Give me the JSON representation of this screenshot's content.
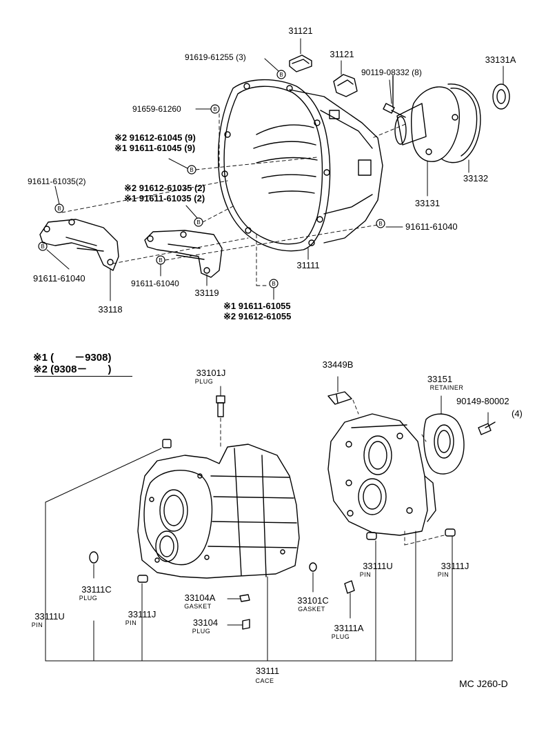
{
  "labels": {
    "p31121_top": "31121",
    "p91619_61255": "91619-61255 (3)",
    "p31121_mid": "31121",
    "p90119_08332": "90119-08332 (8)",
    "p33131a": "33131A",
    "p91659_61260": "91659-61260",
    "p2_91612_61045": "※2 91612-61045 (9)",
    "p1_91611_61045": "※1 91611-61045 (9)",
    "p33132": "33132",
    "p91611_61035": "91611-61035(2)",
    "p2_91612_61035": "※2 91612-61035 (2)",
    "p1_91611_61035": "※1 91611-61035 (2)",
    "p33131": "33131",
    "p91611_61040_r": "91611-61040",
    "p91611_61040_l": "91611-61040",
    "p91611_61040_m": "91611-61040",
    "p31111": "31111",
    "p33119": "33119",
    "p33118": "33118",
    "p1_91611_61055": "※1 91611-61055",
    "p2_91612_61055": "※2 91612-61055",
    "p33101j": "33101J",
    "p33449b": "33449B",
    "p33151": "33151",
    "p90149_80002": "90149-80002",
    "p90149_qty": "(4)",
    "p33111c": "33111C",
    "p33111u_r": "33111U",
    "p33111j_r": "33111J",
    "p33104a": "33104A",
    "p33101c": "33101C",
    "p33111u_l": "33111U",
    "p33111j_l": "33111J",
    "p33104": "33104",
    "p33111a": "33111A",
    "p33111": "33111"
  },
  "sublabels": {
    "plug_33101j": "PLUG",
    "retainer_33151": "RETAINER",
    "plug_33111c": "PLUG",
    "pin_33111u_r": "PIN",
    "pin_33111j_r": "PIN",
    "gasket_33104a": "GASKET",
    "gasket_33101c": "GASKET",
    "pin_33111u_l": "PIN",
    "pin_33111j_l": "PIN",
    "plug_33104": "PLUG",
    "plug_33111a": "PLUG",
    "case_33111": "CACE"
  },
  "legend": {
    "line1": "※1 (　　－9308)",
    "line2": "※2 (9308－　　)"
  },
  "footer": {
    "code": "MC J260-D"
  }
}
